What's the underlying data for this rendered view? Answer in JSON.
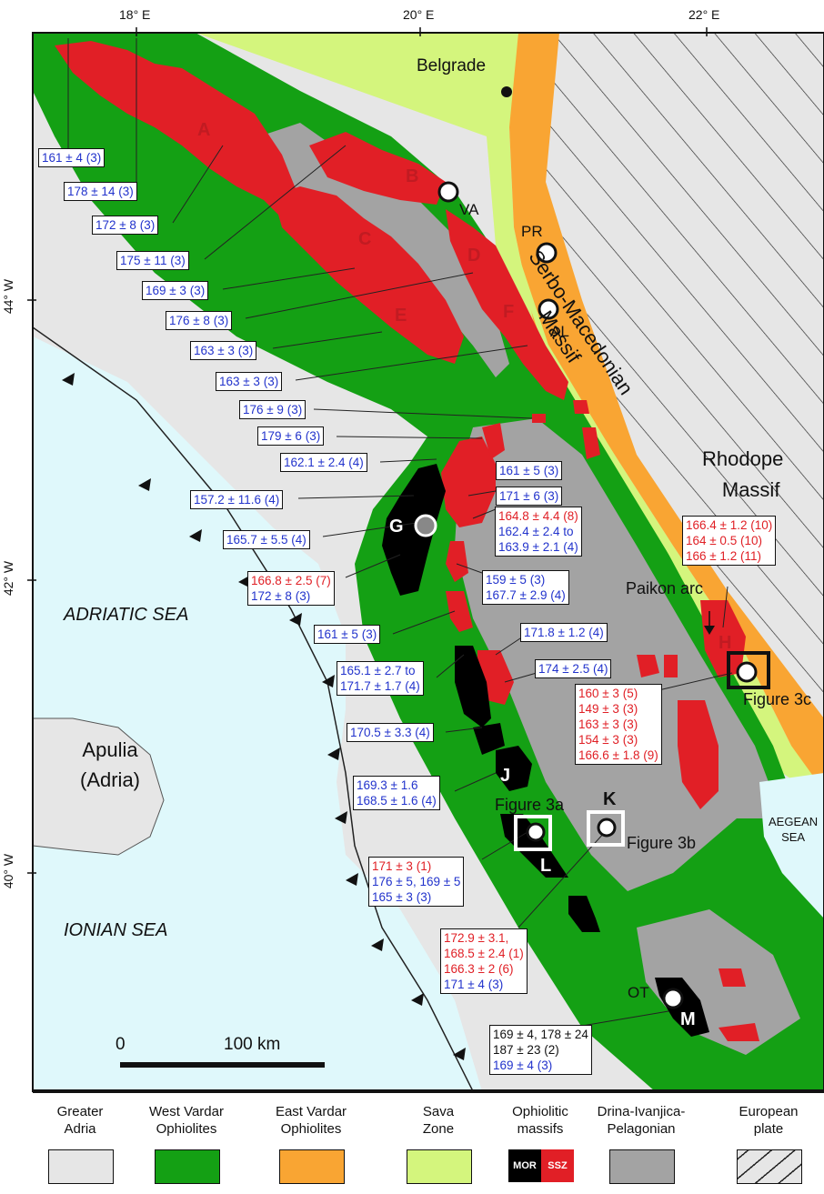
{
  "coords": {
    "lon": [
      "18° E",
      "20° E",
      "22° E"
    ],
    "lat": [
      "44° W",
      "42° W",
      "40° W"
    ]
  },
  "places": {
    "belgrade": "Belgrade",
    "serbo": "Serbo-Macedonian\nMassif",
    "rhodope_1": "Rhodope",
    "rhodope_2": "Massif",
    "adriatic": "ADRIATIC SEA",
    "ionian": "IONIAN SEA",
    "apulia_1": "Apulia",
    "apulia_2": "(Adria)",
    "aegean_1": "AEGEAN",
    "aegean_2": "SEA",
    "paikon": "Paikon arc"
  },
  "massif_letters": [
    "A",
    "B",
    "C",
    "D",
    "E",
    "F",
    "G",
    "H",
    "J",
    "K",
    "L",
    "M"
  ],
  "sites": {
    "va": "VA",
    "pr": "PR",
    "al": "AL",
    "ot": "OT"
  },
  "figures": {
    "f3a": "Figure 3a",
    "f3b": "Figure 3b",
    "f3c": "Figure 3c"
  },
  "scale": {
    "zero": "0",
    "label": "100 km"
  },
  "age_labels": [
    {
      "lines": [
        {
          "t": "161 ± 4 (3)",
          "c": "blue"
        }
      ]
    },
    {
      "lines": [
        {
          "t": "178 ± 14 (3)",
          "c": "blue"
        }
      ]
    },
    {
      "lines": [
        {
          "t": "172 ± 8 (3)",
          "c": "blue"
        }
      ]
    },
    {
      "lines": [
        {
          "t": "175 ± 11 (3)",
          "c": "blue"
        }
      ]
    },
    {
      "lines": [
        {
          "t": "169 ± 3 (3)",
          "c": "blue"
        }
      ]
    },
    {
      "lines": [
        {
          "t": "176 ± 8 (3)",
          "c": "blue"
        }
      ]
    },
    {
      "lines": [
        {
          "t": "163 ± 3 (3)",
          "c": "blue"
        }
      ]
    },
    {
      "lines": [
        {
          "t": "163 ± 3 (3)",
          "c": "blue"
        }
      ]
    },
    {
      "lines": [
        {
          "t": "176 ± 9 (3)",
          "c": "blue"
        }
      ]
    },
    {
      "lines": [
        {
          "t": "179 ± 6 (3)",
          "c": "blue"
        }
      ]
    },
    {
      "lines": [
        {
          "t": "162.1 ± 2.4 (4)",
          "c": "blue"
        }
      ]
    },
    {
      "lines": [
        {
          "t": "157.2 ± 11.6 (4)",
          "c": "blue"
        }
      ]
    },
    {
      "lines": [
        {
          "t": "165.7 ± 5.5 (4)",
          "c": "blue"
        }
      ]
    },
    {
      "lines": [
        {
          "t": "166.8 ± 2.5 (7)",
          "c": "red"
        },
        {
          "t": "172 ± 8 (3)",
          "c": "blue"
        }
      ]
    },
    {
      "lines": [
        {
          "t": "161 ± 5 (3)",
          "c": "blue"
        }
      ]
    },
    {
      "lines": [
        {
          "t": "165.1 ± 2.7 to",
          "c": "blue"
        },
        {
          "t": "171.7 ± 1.7 (4)",
          "c": "blue"
        }
      ]
    },
    {
      "lines": [
        {
          "t": "170.5 ± 3.3 (4)",
          "c": "blue"
        }
      ]
    },
    {
      "lines": [
        {
          "t": "169.3 ± 1.6",
          "c": "blue"
        },
        {
          "t": "168.5 ± 1.6 (4)",
          "c": "blue"
        }
      ]
    },
    {
      "lines": [
        {
          "t": "171 ± 3 (1)",
          "c": "red"
        },
        {
          "t": "176 ± 5, 169 ± 5",
          "c": "blue"
        },
        {
          "t": "165 ± 3 (3)",
          "c": "blue"
        }
      ]
    },
    {
      "lines": [
        {
          "t": "172.9 ± 3.1,",
          "c": "red"
        },
        {
          "t": "168.5 ± 2.4 (1)",
          "c": "red"
        },
        {
          "t": "166.3 ± 2 (6)",
          "c": "red"
        },
        {
          "t": "171 ± 4 (3)",
          "c": "blue"
        }
      ]
    },
    {
      "lines": [
        {
          "t": "169 ± 4, 178 ± 24",
          "c": "black"
        },
        {
          "t": "187 ± 23 (2)",
          "c": "black"
        },
        {
          "t": "169 ± 4 (3)",
          "c": "blue"
        }
      ]
    },
    {
      "lines": [
        {
          "t": "161 ± 5 (3)",
          "c": "blue"
        }
      ]
    },
    {
      "lines": [
        {
          "t": "171 ± 6 (3)",
          "c": "blue"
        }
      ]
    },
    {
      "lines": [
        {
          "t": "164.8 ± 4.4 (8)",
          "c": "red"
        },
        {
          "t": "162.4 ± 2.4 to",
          "c": "blue"
        },
        {
          "t": "163.9 ± 2.1 (4)",
          "c": "blue"
        }
      ]
    },
    {
      "lines": [
        {
          "t": "159 ± 5 (3)",
          "c": "blue"
        },
        {
          "t": "167.7 ± 2.9 (4)",
          "c": "blue"
        }
      ]
    },
    {
      "lines": [
        {
          "t": "171.8 ± 1.2 (4)",
          "c": "blue"
        }
      ]
    },
    {
      "lines": [
        {
          "t": "174 ± 2.5 (4)",
          "c": "blue"
        }
      ]
    },
    {
      "lines": [
        {
          "t": "160 ± 3 (5)",
          "c": "red"
        },
        {
          "t": "149 ± 3 (3)",
          "c": "red"
        },
        {
          "t": "163 ± 3 (3)",
          "c": "red"
        },
        {
          "t": "154 ± 3 (3)",
          "c": "red"
        },
        {
          "t": "166.6 ± 1.8 (9)",
          "c": "red"
        }
      ]
    },
    {
      "lines": [
        {
          "t": "166.4 ± 1.2 (10)",
          "c": "red"
        },
        {
          "t": "164 ± 0.5 (10)",
          "c": "red"
        },
        {
          "t": "166 ± 1.2 (11)",
          "c": "red"
        }
      ]
    }
  ],
  "legend": [
    {
      "label": "Greater\nAdria",
      "color": "#e6e6e6"
    },
    {
      "label": "West Vardar\nOphiolites",
      "color": "#14a014"
    },
    {
      "label": "East Vardar\nOphiolites",
      "color": "#f9a533"
    },
    {
      "label": "Sava\nZone",
      "color": "#d4f57d"
    },
    {
      "label": "Ophiolitic\nmassifs",
      "color": "#000000",
      "mor": "MOR",
      "ssz": "SSZ"
    },
    {
      "label": "Drina-Ivanjica-\nPelagonian",
      "color": "#a3a3a3"
    },
    {
      "label": "European\nplate",
      "color": "#e6e6e6"
    }
  ],
  "colors": {
    "greater_adria": "#e6e6e6",
    "west_vardar": "#14a014",
    "east_vardar": "#f9a533",
    "sava": "#d4f57d",
    "drina": "#a3a3a3",
    "sea": "#dff8fb",
    "massif_red": "#e11f26",
    "blue_text": "#2233cc",
    "red_text": "#e01f25"
  }
}
